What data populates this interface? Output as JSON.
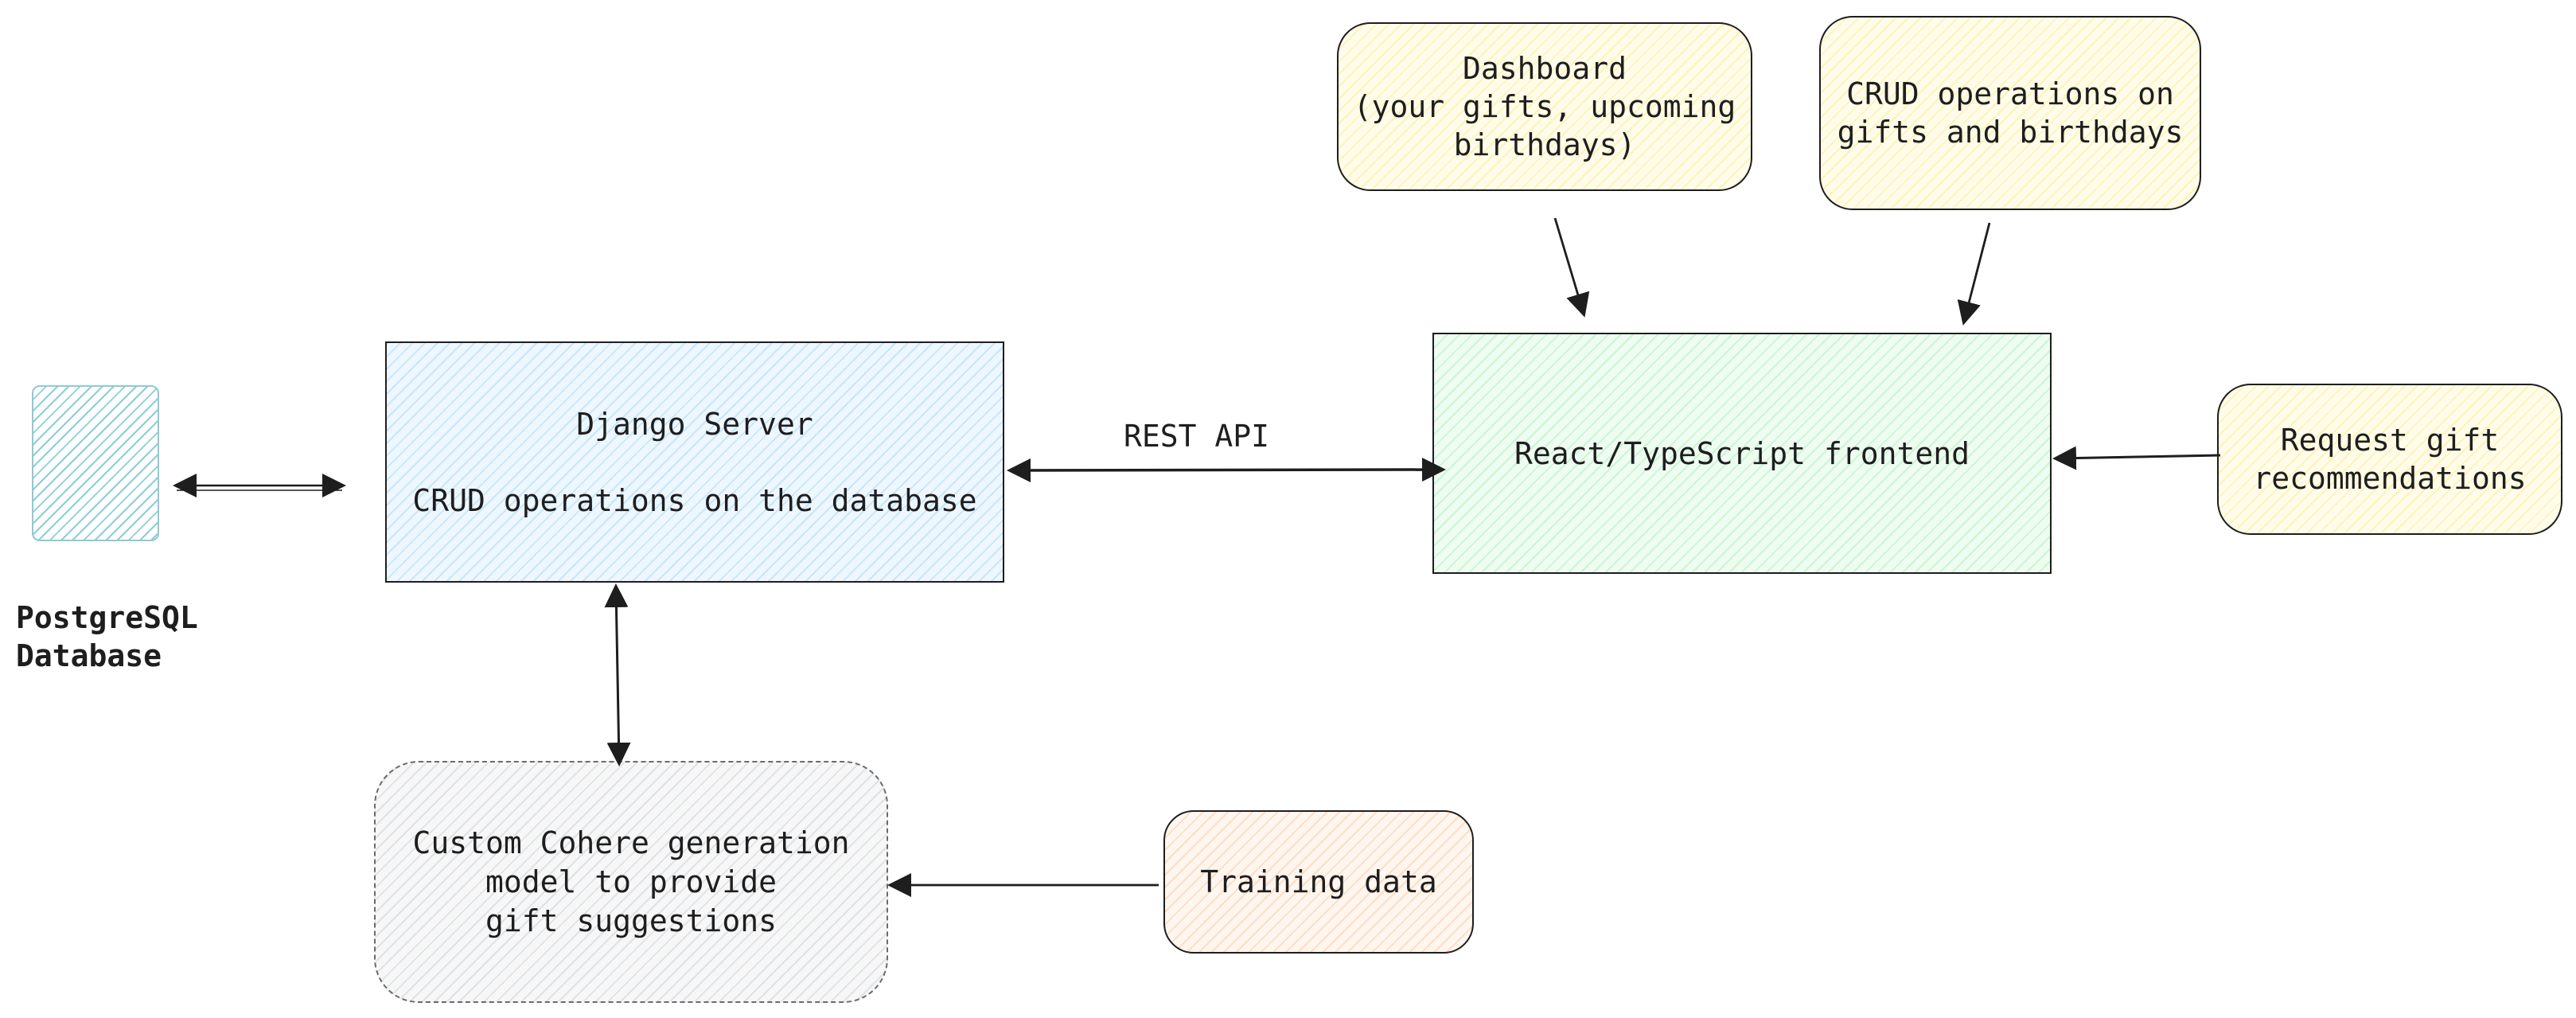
{
  "diagram": {
    "database": {
      "label": "PostgreSQL\nDatabase"
    },
    "django_server": {
      "title": "Django Server",
      "subtitle": "CRUD operations on the database"
    },
    "rest_api_label": "REST API",
    "frontend": {
      "label": "React/TypeScript frontend"
    },
    "dashboard": {
      "label": "Dashboard\n(your gifts, upcoming\nbirthdays)"
    },
    "crud_frontend": {
      "label": "CRUD operations on\ngifts and birthdays"
    },
    "request_recommendations": {
      "label": "Request gift\nrecommendations"
    },
    "cohere_model": {
      "label": "Custom Cohere generation\nmodel to provide\ngift suggestions"
    },
    "training_data": {
      "label": "Training data"
    },
    "colors": {
      "stroke": "#1e1e1e",
      "django_fill": "#a5d8ff",
      "frontend_fill": "#b2f2bb",
      "note_fill": "#ffec99",
      "training_fill": "#ffc9a0",
      "database_fill": "#66bece",
      "model_fill": "#ced4da"
    }
  }
}
